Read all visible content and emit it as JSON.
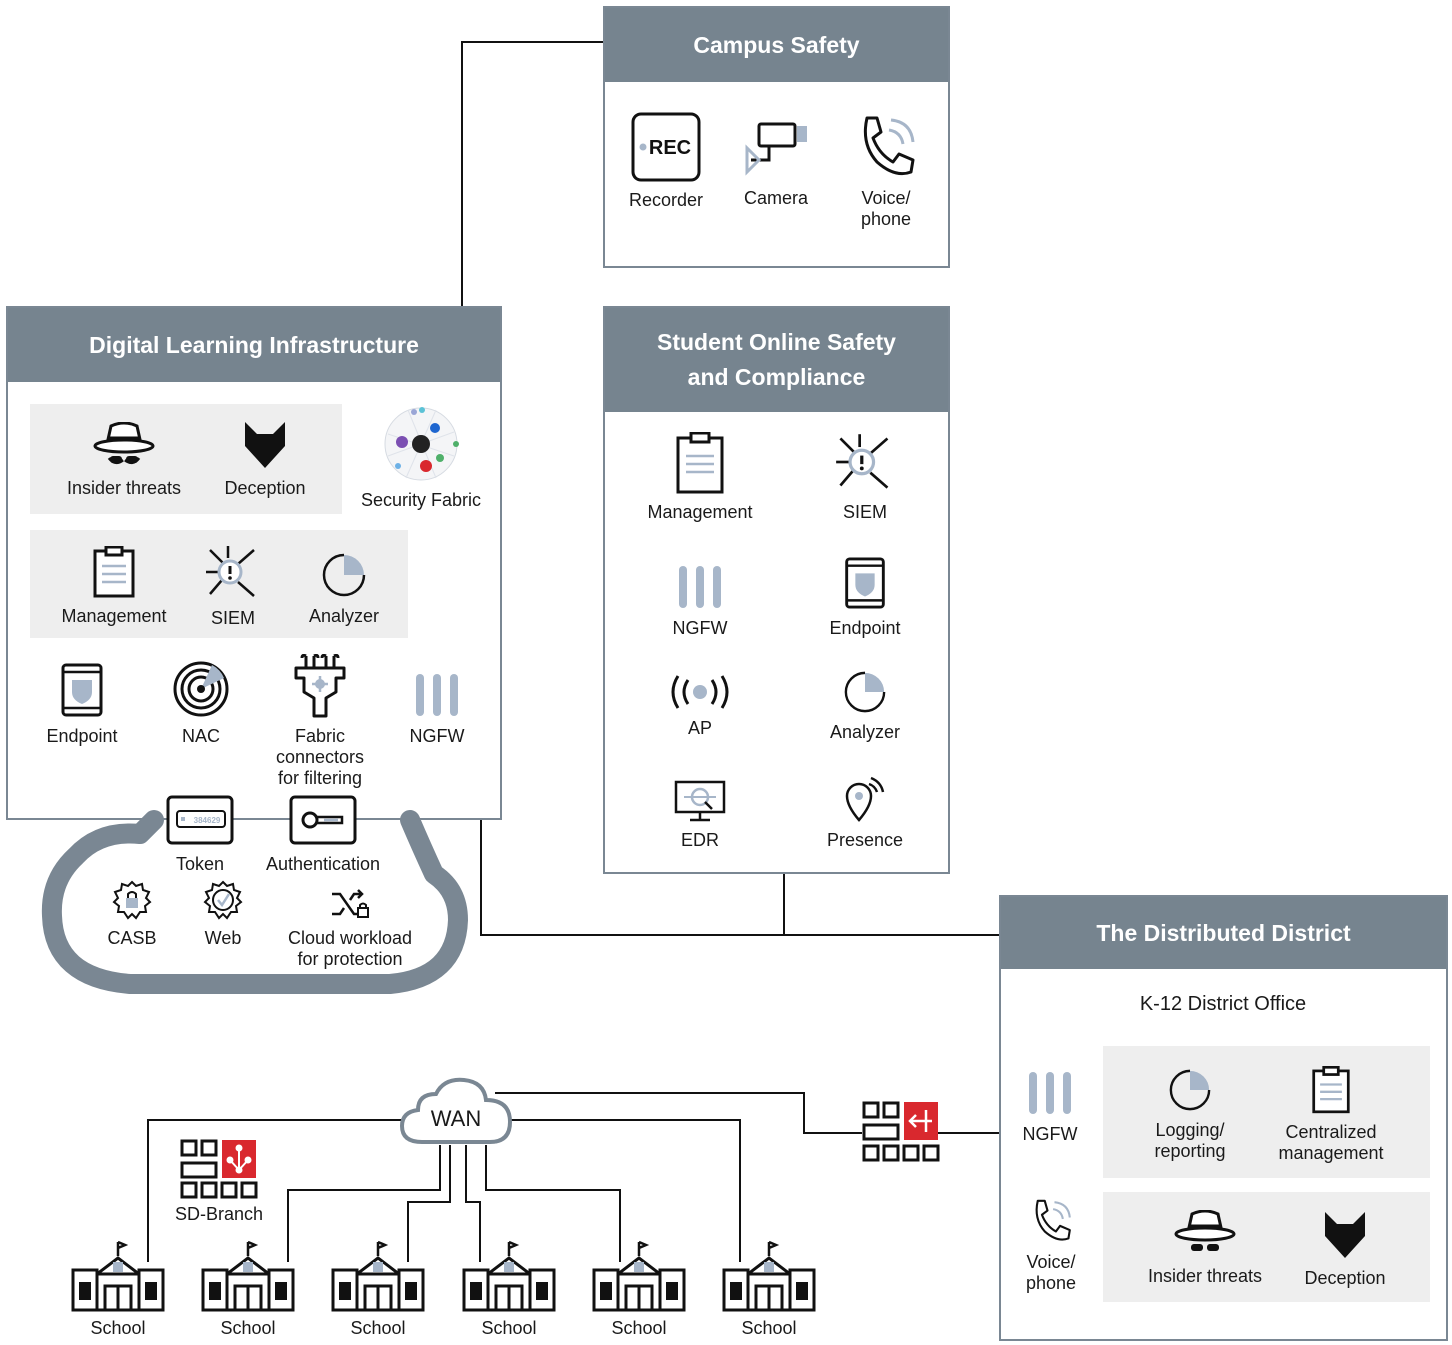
{
  "colors": {
    "header": "#76848f",
    "border": "#7a8793",
    "accent_blue": "#a7b6c9",
    "accent_red": "#d9282e",
    "grey_box": "#eeeeee"
  },
  "campus_safety": {
    "title": "Campus Safety",
    "items": [
      {
        "icon": "rec-icon",
        "label": "Recorder",
        "badge": "REC"
      },
      {
        "icon": "camera-icon",
        "label": "Camera"
      },
      {
        "icon": "phone-icon",
        "label": "Voice/\nphone"
      }
    ]
  },
  "digital_learning": {
    "title": "Digital Learning Infrastructure",
    "items": {
      "insider": "Insider threats",
      "deception": "Deception",
      "fabric": "Security Fabric",
      "management": "Management",
      "siem": "SIEM",
      "analyzer": "Analyzer",
      "endpoint": "Endpoint",
      "nac": "NAC",
      "connectors": "Fabric\nconnectors\nfor filtering",
      "ngfw": "NGFW"
    }
  },
  "cloud": {
    "token": "Token",
    "token_serial": "384629",
    "authentication": "Authentication",
    "casb": "CASB",
    "web": "Web",
    "workload": "Cloud workload\nfor protection"
  },
  "student_safety": {
    "title": "Student Online Safety\nand Compliance",
    "items": {
      "management": "Management",
      "siem": "SIEM",
      "ngfw": "NGFW",
      "endpoint": "Endpoint",
      "ap": "AP",
      "analyzer": "Analyzer",
      "edr": "EDR",
      "presence": "Presence"
    }
  },
  "district": {
    "title": "The Distributed District",
    "office": "K-12 District Office",
    "items": {
      "ngfw": "NGFW",
      "logging": "Logging/\nreporting",
      "central": "Centralized\nmanagement",
      "voice": "Voice/\nphone",
      "insider": "Insider threats",
      "deception": "Deception"
    }
  },
  "network": {
    "wan": "WAN",
    "sd_branch": "SD-Branch",
    "schools": [
      "School",
      "School",
      "School",
      "School",
      "School",
      "School"
    ]
  }
}
